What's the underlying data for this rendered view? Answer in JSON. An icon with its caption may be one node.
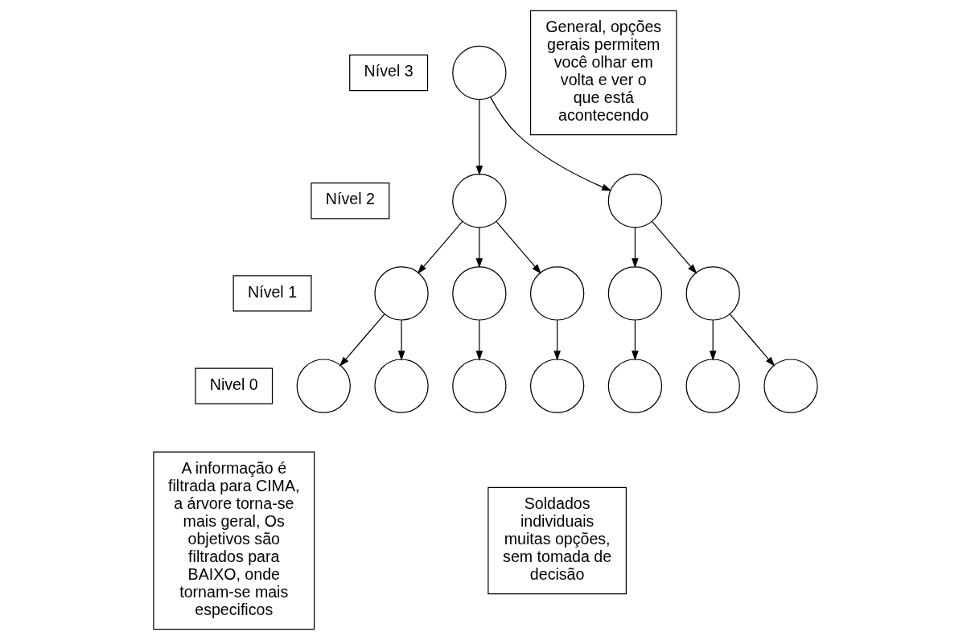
{
  "diagram": {
    "nodes": [
      {
        "text": [
          "Nível 3"
        ]
      },
      {
        "text": [
          "Nível 2"
        ]
      },
      {
        "text": [
          "Nível 1"
        ]
      },
      {
        "text": [
          "Nivel 0"
        ]
      },
      {
        "text": [
          "General, opções gerais permitem você olhar em volta e ver o que está acontecendo"
        ]
      },
      {
        "text": [
          "A informação é filtrada para CIMA, a árvore torna-se mais geral, Os objetivos são filtrados para BAIXO, onde tornam-se mais especificos"
        ]
      },
      {
        "text": [
          "Soldados individuais muitas opções, sem tomada de decisão"
        ]
      },
      {
        "text": [],
        "shape": "circle"
      },
      {
        "text": [],
        "shape": "circle"
      },
      {
        "text": [],
        "shape": "circle"
      },
      {
        "text": [],
        "shape": "circle"
      },
      {
        "text": [],
        "shape": "circle"
      },
      {
        "text": [],
        "shape": "circle"
      },
      {
        "text": [],
        "shape": "circle"
      },
      {
        "text": [],
        "shape": "circle"
      },
      {
        "text": [],
        "shape": "circle"
      },
      {
        "text": [],
        "shape": "circle"
      },
      {
        "text": [],
        "shape": "circle"
      },
      {
        "text": [],
        "shape": "circle"
      },
      {
        "text": [],
        "shape": "circle"
      },
      {
        "text": [],
        "shape": "circle"
      },
      {
        "text": [],
        "shape": "circle"
      }
    ],
    "edges": [
      {
        "from": 7,
        "to": 8,
        "arrow": "to"
      },
      {
        "from": 7,
        "to": 9,
        "arrow": "to"
      },
      {
        "from": 8,
        "to": 10,
        "arrow": "to"
      },
      {
        "from": 8,
        "to": 11,
        "arrow": "to"
      },
      {
        "from": 8,
        "to": 12,
        "arrow": "to"
      },
      {
        "from": 9,
        "to": 13,
        "arrow": "to"
      },
      {
        "from": 9,
        "to": 14,
        "arrow": "to"
      },
      {
        "from": 10,
        "to": 15,
        "arrow": "to"
      },
      {
        "from": 10,
        "to": 16,
        "arrow": "to"
      },
      {
        "from": 11,
        "to": 17,
        "arrow": "to"
      },
      {
        "from": 12,
        "to": 18,
        "arrow": "to"
      },
      {
        "from": 13,
        "to": 19,
        "arrow": "to"
      },
      {
        "from": 14,
        "to": 20,
        "arrow": "to"
      },
      {
        "from": 14,
        "to": 21,
        "arrow": "to"
      }
    ]
  }
}
